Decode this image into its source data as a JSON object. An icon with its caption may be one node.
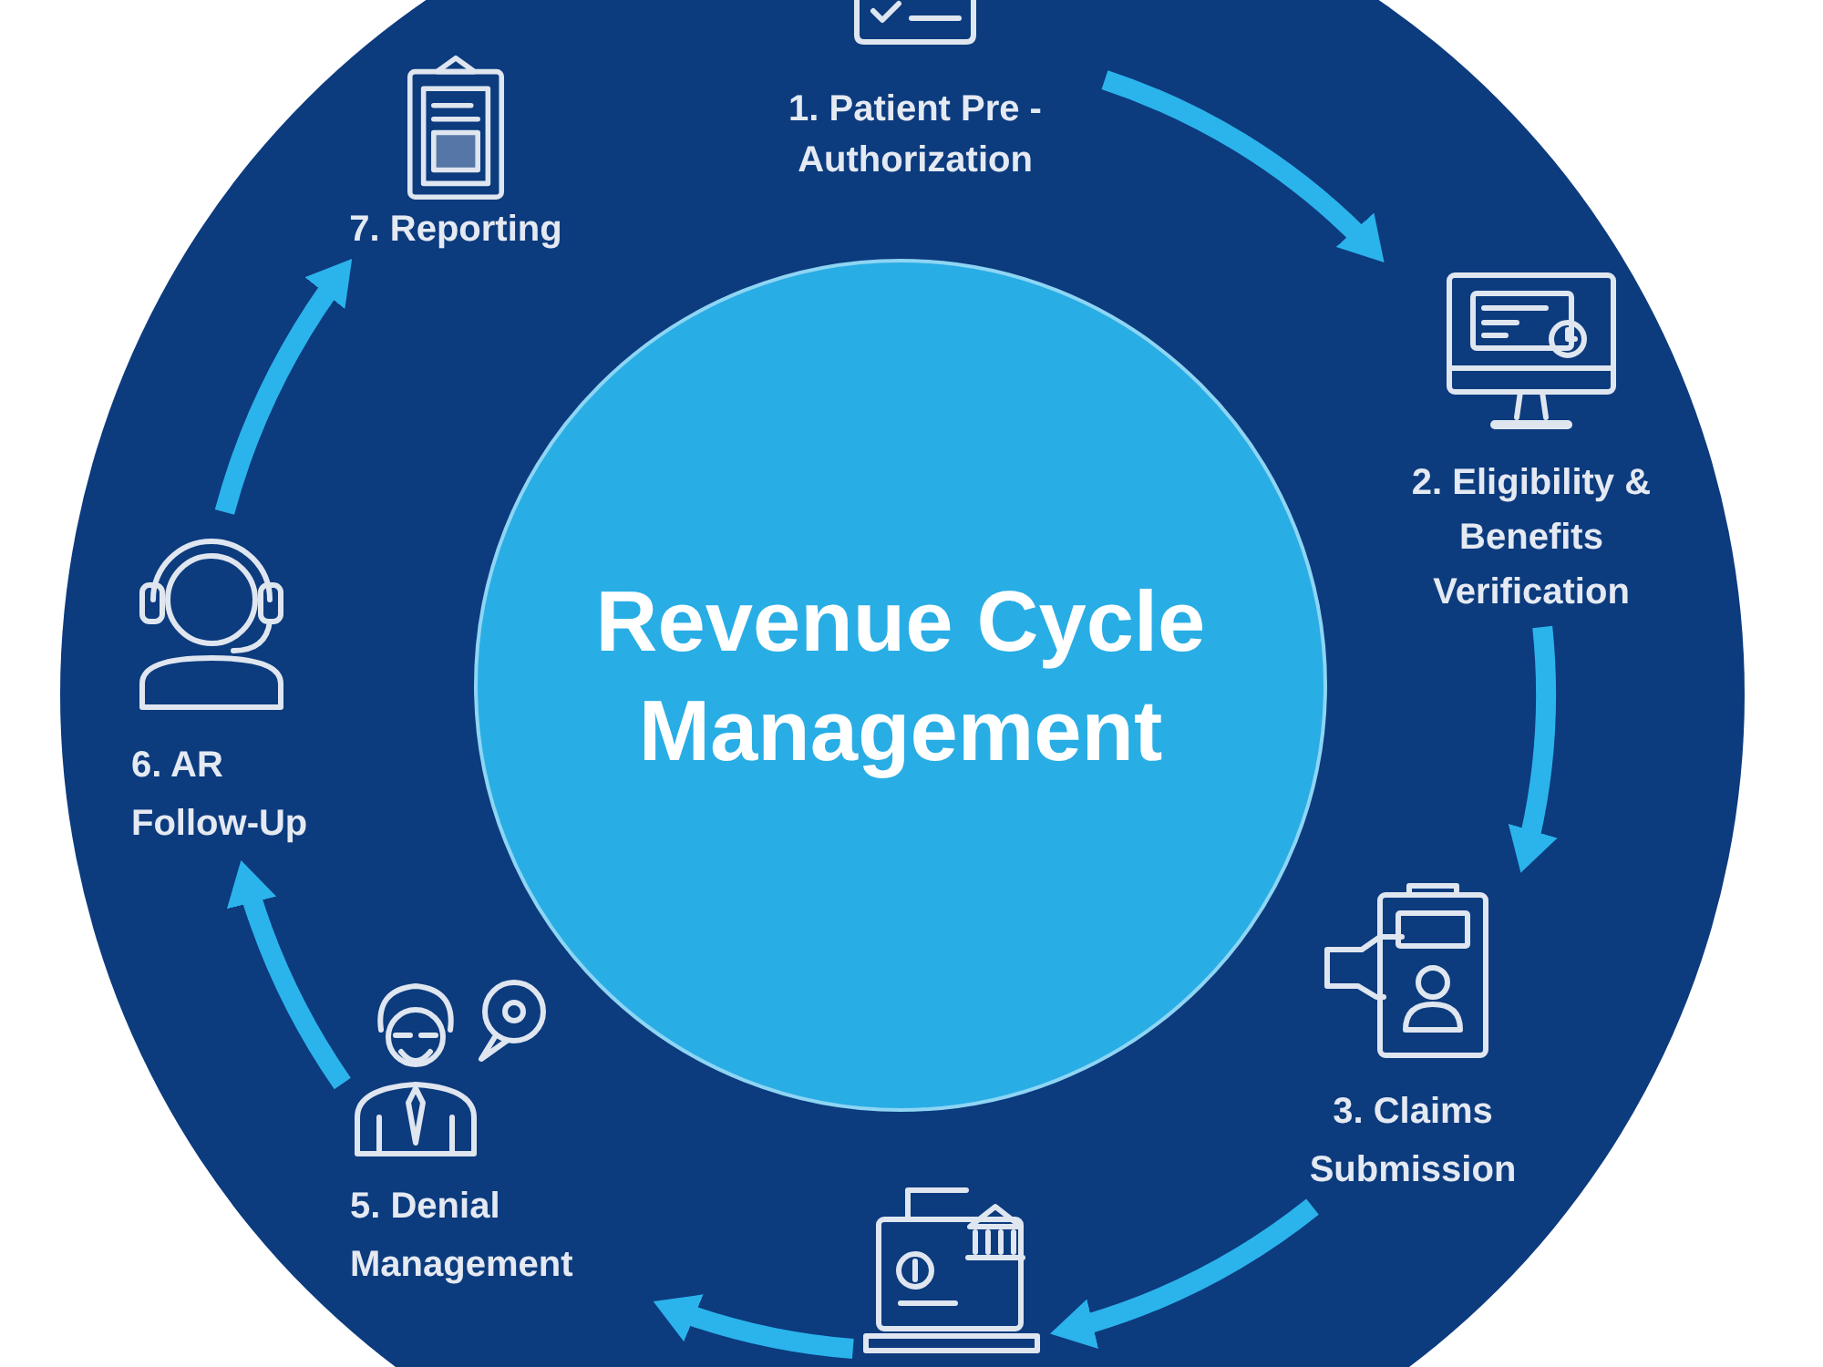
{
  "diagram": {
    "nodes": [
      {
        "text": [],
        "shape": "circle"
      },
      {
        "text": [
          "Revenue Cycle Management"
        ],
        "in": 0
      },
      {
        "text": [
          "1. Patient Pre - Authorization"
        ],
        "in": 0
      },
      {
        "text": [
          "2. Eligibility & Benefits Verification"
        ],
        "in": 0
      },
      {
        "text": [
          "3. Claims Submission"
        ],
        "in": 0
      },
      {
        "text": [],
        "shape": "picture",
        "in": 0
      },
      {
        "text": [
          "5. Denial Management"
        ],
        "in": 0
      },
      {
        "text": [
          "6. AR Follow-Up"
        ],
        "in": 0
      },
      {
        "text": [
          "7. Reporting"
        ],
        "in": 0
      }
    ],
    "edges": [
      {
        "from": 2,
        "to": 3,
        "arrow": "to"
      },
      {
        "from": 3,
        "to": 4,
        "arrow": "to"
      },
      {
        "from": 4,
        "to": 5,
        "arrow": "to"
      },
      {
        "from": 5,
        "to": 6,
        "arrow": "to"
      },
      {
        "from": 6,
        "to": 7,
        "arrow": "to"
      },
      {
        "from": 7,
        "to": 8,
        "arrow": "to"
      }
    ]
  }
}
